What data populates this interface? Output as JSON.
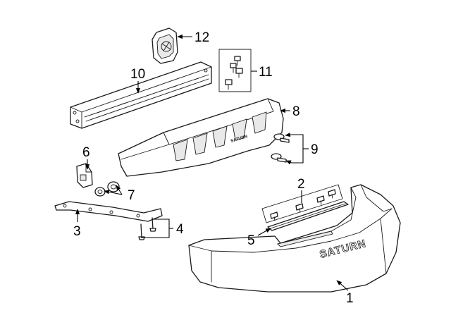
{
  "callouts": {
    "c1": "1",
    "c2": "2",
    "c3": "3",
    "c4": "4",
    "c5": "5",
    "c6": "6",
    "c7": "7",
    "c8": "8",
    "c9": "9",
    "c10": "10",
    "c11": "11",
    "c12": "12"
  },
  "markings": {
    "bumper_cover_logo": "SATURN",
    "absorber_logo": "SATURN"
  },
  "colors": {
    "line": "#1a1a1a",
    "background": "#ffffff"
  }
}
